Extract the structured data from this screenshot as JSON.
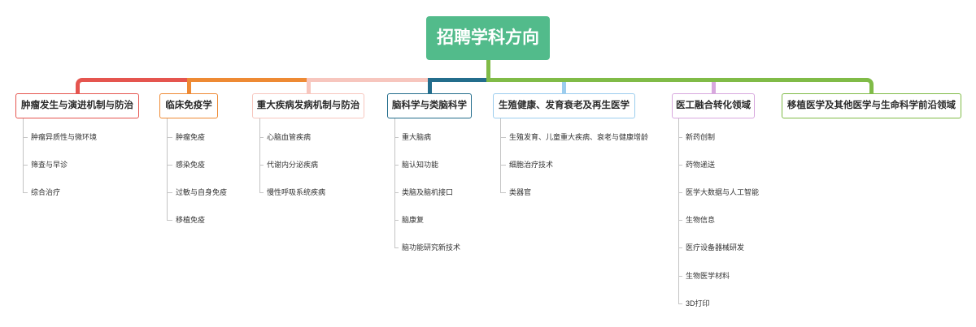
{
  "root": {
    "title": "招聘学科方向",
    "color": "#52bb8b"
  },
  "branches": [
    {
      "label": "肿瘤发生与演进机制与防治",
      "color": "#e5554f",
      "children": [
        "肿瘤异质性与微环境",
        "筛查与早诊",
        "综合治疗"
      ]
    },
    {
      "label": "临床免疫学",
      "color": "#ee8a34",
      "children": [
        "肿瘤免疫",
        "感染免疫",
        "过敏与自身免疫",
        "移植免疫"
      ]
    },
    {
      "label": "重大疾病发病机制与防治",
      "color": "#f7c6be",
      "children": [
        "心脑血管疾病",
        "代谢内分泌疾病",
        "慢性呼吸系统疾病"
      ]
    },
    {
      "label": "脑科学与类脑科学",
      "color": "#236d8c",
      "children": [
        "重大脑病",
        "脑认知功能",
        "类脑及脑机接口",
        "脑康复",
        "脑功能研究新技术"
      ]
    },
    {
      "label": "生殖健康、发育衰老及再生医学",
      "color": "#9ccdee",
      "children": [
        "生殖发育、儿童重大疾病、衰老与健康增龄",
        "细胞治疗技术",
        "类器官"
      ]
    },
    {
      "label": "医工融合转化领域",
      "color": "#d8a8de",
      "children": [
        "新药创制",
        "药物递送",
        "医学大数据与人工智能",
        "生物信息",
        "医疗设备器械研发",
        "生物医学材料",
        "3D打印"
      ]
    },
    {
      "label": "移植医学及其他医学与生命科学前沿领域",
      "color": "#80bb47",
      "children": []
    }
  ]
}
